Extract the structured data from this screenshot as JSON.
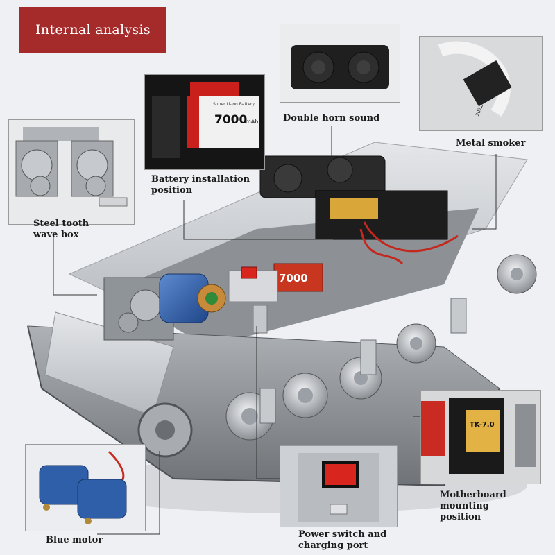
{
  "title": "Internal analysis",
  "callouts": {
    "steel_tooth_wave_box": [
      "Steel tooth",
      "wave box"
    ],
    "battery_installation": [
      "Battery installation",
      "position"
    ],
    "double_horn_sound": "Double horn sound",
    "metal_smoker": "Metal smoker",
    "blue_motor": "Blue motor",
    "power_switch": [
      "Power switch and",
      "charging port"
    ],
    "motherboard": [
      "Motherboard",
      "mounting",
      "position"
    ]
  },
  "battery_label": {
    "brand": "Super Li-ion Battery",
    "capacity": "7000",
    "unit": "mAh",
    "chassis_capacity": "7000"
  },
  "board_label": "TK-7.0",
  "smoker_date": "2022-10-09",
  "colors": {
    "banner": "#a52a2a",
    "motor_blue": "#2f5fa8",
    "switch_red": "#d8261e",
    "chassis_silver": "#c9ccd0"
  }
}
